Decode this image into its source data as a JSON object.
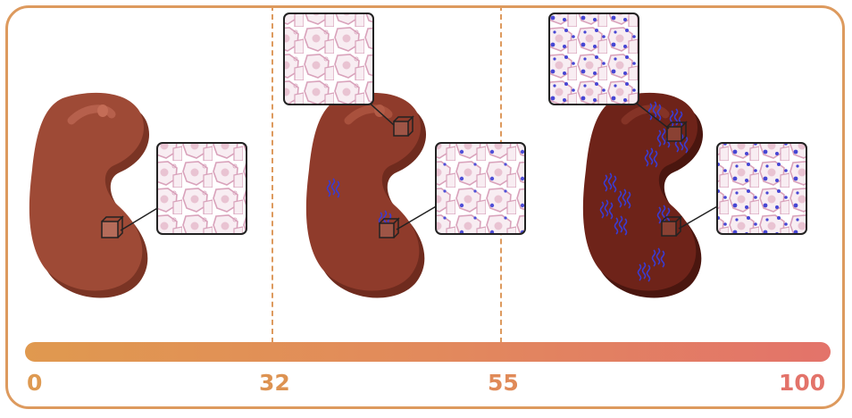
{
  "scale": {
    "ticks": [
      "0",
      "32",
      "55",
      "100"
    ],
    "colors": {
      "start": "#e0994f",
      "mid": "#e28a5c",
      "end": "#e3736a"
    }
  },
  "panels": [
    {
      "stage": "healthy",
      "kidney_color": "#9e4a36",
      "lesions": "none",
      "cell_nuclei": "none"
    },
    {
      "stage": "early",
      "kidney_color": "#8f3b2b",
      "lesions": "few",
      "cell_nuclei": "some"
    },
    {
      "stage": "advanced",
      "kidney_color": "#6e2319",
      "lesions": "many",
      "cell_nuclei": "many"
    }
  ],
  "accent_colors": {
    "frame": "#dd9a5e",
    "lesion": "#3b3bd0",
    "cell_border": "#d9a2bb",
    "cell_fill": "#f3dde6"
  }
}
